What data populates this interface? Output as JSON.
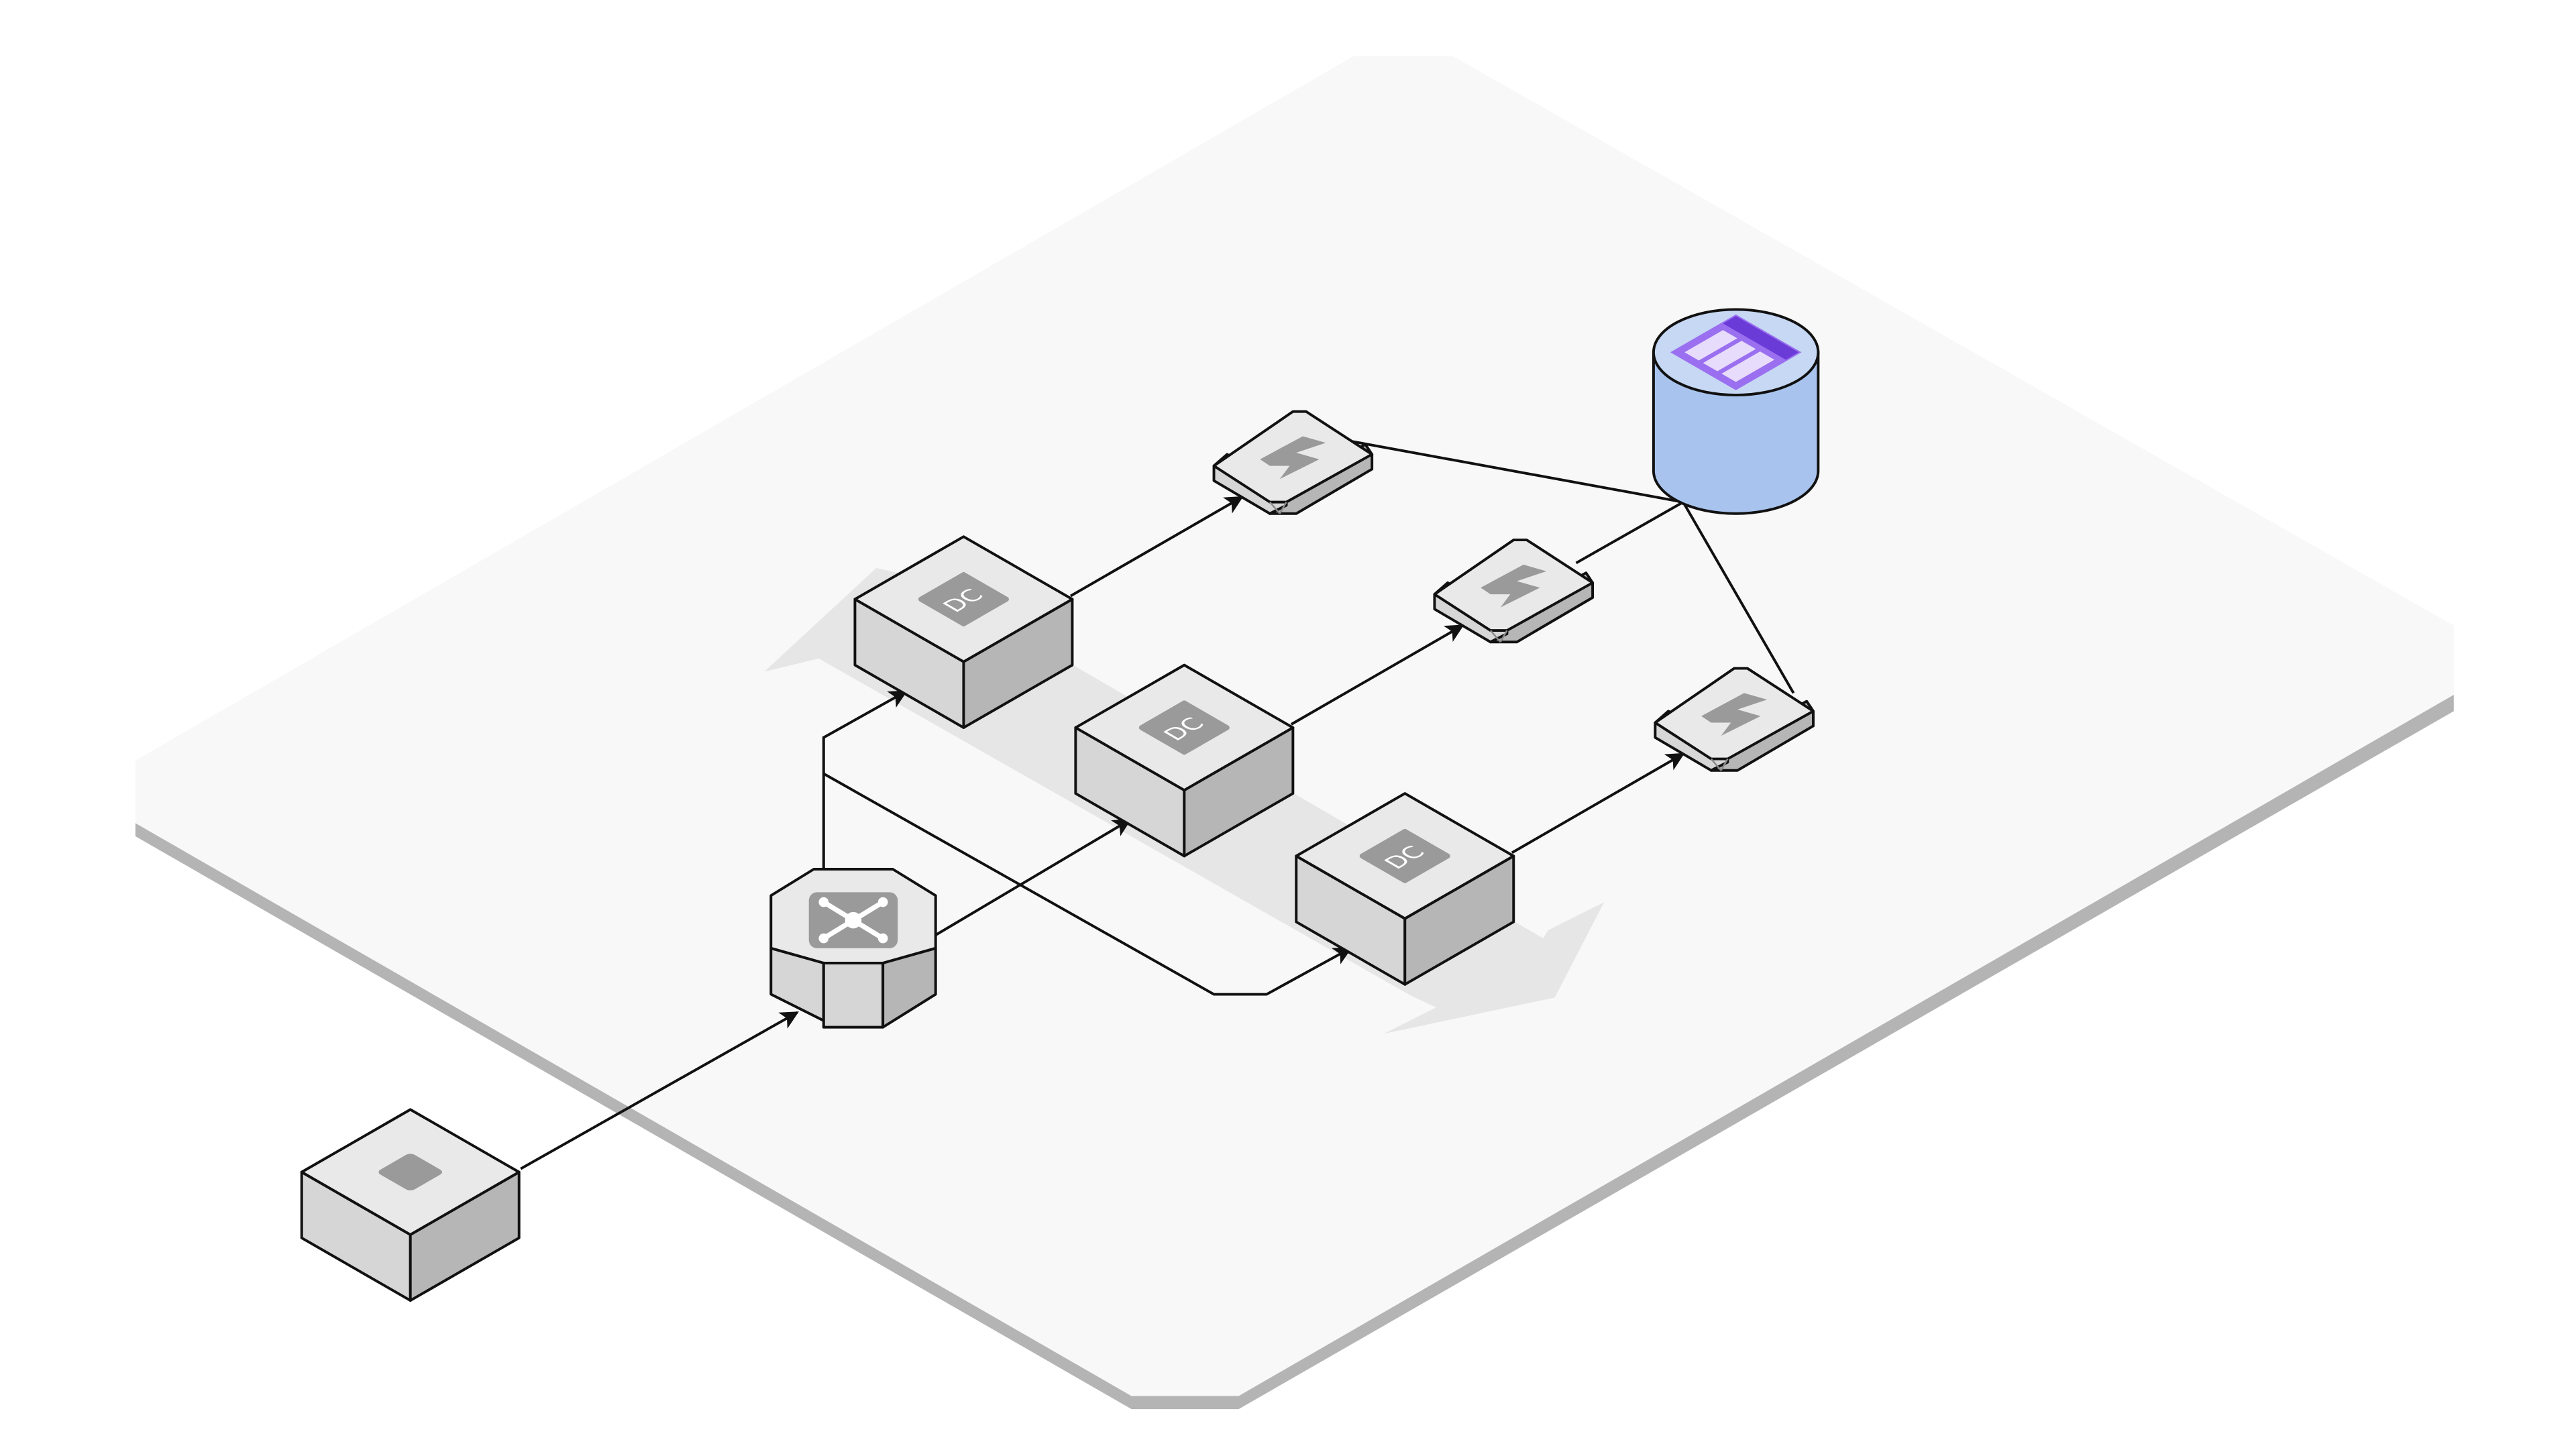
{
  "diagram": {
    "colors": {
      "background": "#ffffff",
      "platform_top": "#f8f8f8",
      "platform_edge": "#b4b4b4",
      "flow_band": "#e6e6e7",
      "cube_top": "#e9e9e9",
      "cube_left": "#d6d6d7",
      "cube_right": "#b6b6b7",
      "outline": "#111111",
      "icon_badge": "#9a9a9a",
      "icon_glyph": "#ffffff",
      "db_body": "#a8c4ee",
      "db_top": "#c6d8f4",
      "db_outline": "#111111",
      "db_icon_dark": "#6a3bd6",
      "db_icon_mid": "#9a6ff0",
      "db_icon_light": "#e7dcfb",
      "connector": "#111111"
    },
    "nodes": [
      {
        "id": "user",
        "kind": "cube",
        "icon": "user-icon"
      },
      {
        "id": "hub",
        "kind": "hexagonal-prism",
        "icon": "network-hub-icon"
      },
      {
        "id": "dc-1",
        "kind": "cube",
        "icon": "dc-badge-icon",
        "label": "DC"
      },
      {
        "id": "dc-2",
        "kind": "cube",
        "icon": "dc-badge-icon",
        "label": "DC"
      },
      {
        "id": "dc-3",
        "kind": "cube",
        "icon": "dc-badge-icon",
        "label": "DC"
      },
      {
        "id": "fn-1",
        "kind": "flat-block",
        "icon": "lightning-icon"
      },
      {
        "id": "fn-2",
        "kind": "flat-block",
        "icon": "lightning-icon"
      },
      {
        "id": "fn-3",
        "kind": "flat-block",
        "icon": "lightning-icon"
      },
      {
        "id": "database",
        "kind": "cylinder",
        "icon": "table-icon"
      }
    ],
    "edges": [
      {
        "from": "user",
        "to": "hub",
        "arrow": true
      },
      {
        "from": "hub",
        "to": "dc-2",
        "arrow": true
      },
      {
        "from": "hub",
        "to": "dc-1",
        "arrow": true
      },
      {
        "from": "hub",
        "to": "dc-3",
        "arrow": true
      },
      {
        "from": "dc-1",
        "to": "fn-1",
        "arrow": true
      },
      {
        "from": "dc-2",
        "to": "fn-2",
        "arrow": true
      },
      {
        "from": "dc-3",
        "to": "fn-3",
        "arrow": true
      },
      {
        "from": "fn-1",
        "to": "database",
        "arrow": false
      },
      {
        "from": "fn-2",
        "to": "database",
        "arrow": false
      },
      {
        "from": "fn-3",
        "to": "database",
        "arrow": false
      }
    ]
  }
}
